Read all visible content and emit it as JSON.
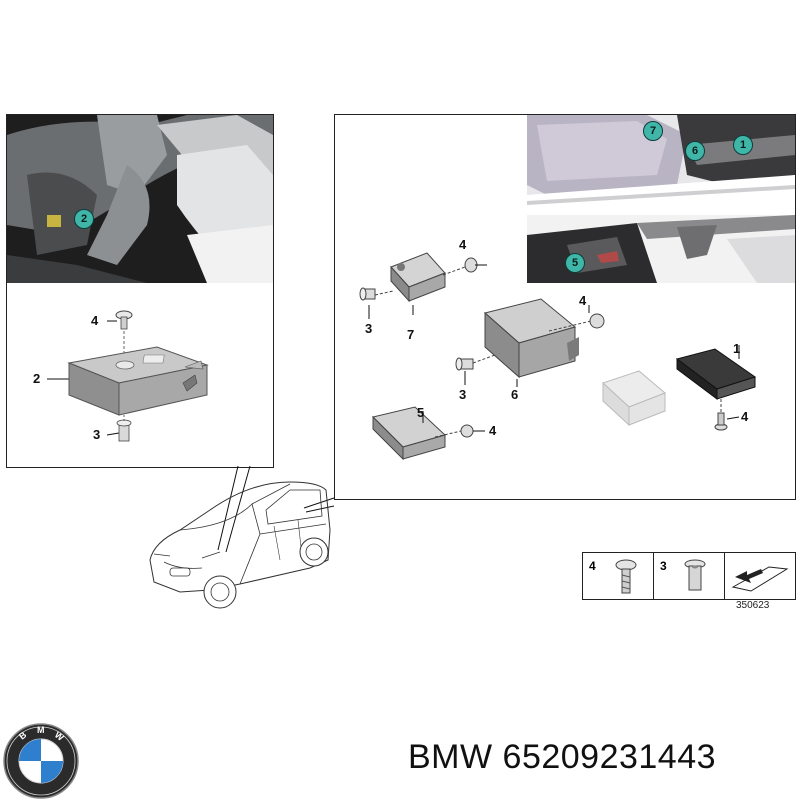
{
  "left_panel": {
    "callout": "2",
    "labels": {
      "screw": "4",
      "module": "2",
      "rivet": "3"
    }
  },
  "right_panel": {
    "callouts": {
      "c7": "7",
      "c6": "6",
      "c1": "1",
      "c5": "5"
    },
    "labels": {
      "p7_screw": "4",
      "p7_rivet": "3",
      "p7_module": "7",
      "p6_screw": "4",
      "p6_rivet": "3",
      "p6_module": "6",
      "p1_module": "1",
      "p1_screw": "4",
      "p5_module": "5",
      "p5_screw": "4"
    }
  },
  "legend": {
    "cell1_num": "4",
    "cell2_num": "3"
  },
  "reference_number": "350623",
  "caption": "BMW 65209231443",
  "colors": {
    "callout_fill": "#3fb6a8",
    "callout_border": "#0d3c3a",
    "part_grey": "#9a9a9a"
  }
}
